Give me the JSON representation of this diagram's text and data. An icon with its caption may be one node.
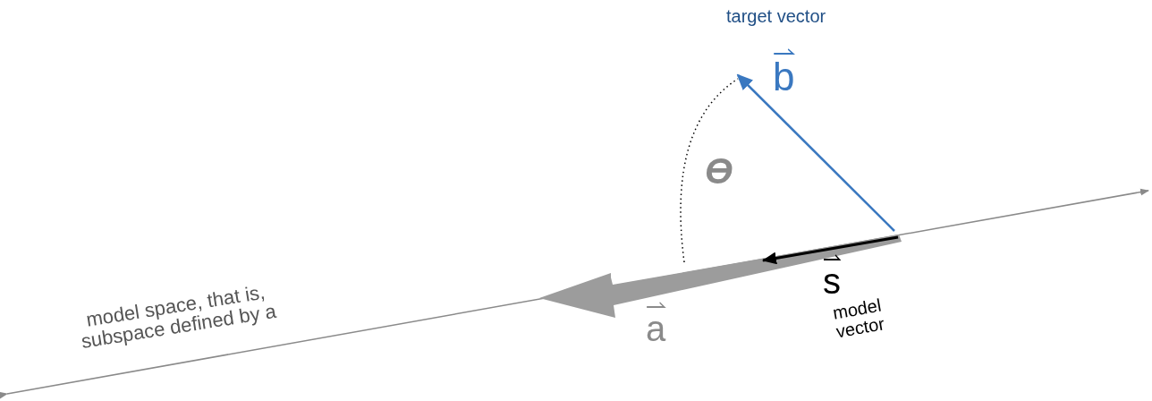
{
  "diagram": {
    "labels": [
      "target vector",
      "b",
      "ϴ",
      "s",
      "model vector",
      "a",
      "model space, that is, subspace defined by a"
    ]
  }
}
